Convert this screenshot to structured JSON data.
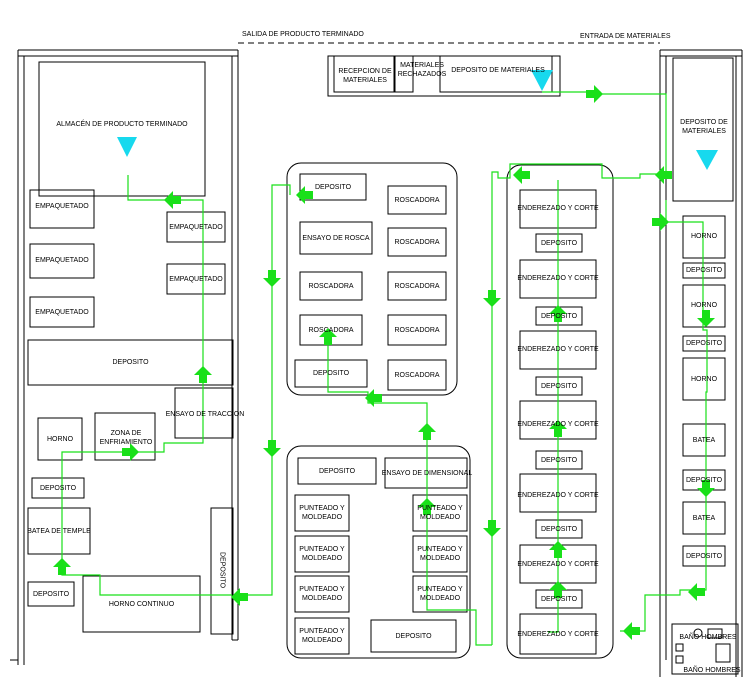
{
  "header": {
    "salida": "SALIDA DE PRODUCTO TERMINADO",
    "entrada": "ENTRADA DE MATERIALES"
  },
  "left_zone": {
    "almacen": "ALMACÉN DE PRODUCTO TERMINADO",
    "empaquetado": "EMPAQUETADO",
    "deposito": "DEPOSITO",
    "ensayo_traccion": "ENSAYO DE TRACCION",
    "horno": "HORNO",
    "zona_enfriamiento": "ZONA DE ENFRIAMIENTO",
    "batea_temple": "BATEA DE TEMPLE",
    "horno_continuo": "HORNO CONTINUO"
  },
  "top_zone": {
    "recepcion": "RECEPCION DE MATERIALES",
    "rechazados": "MATERIALES RECHAZADOS",
    "deposito_materiales": "DEPOSITO DE MATERIALES"
  },
  "roscado_zone": {
    "deposito": "DEPOSITO",
    "roscadora": "ROSCADORA",
    "ensayo_rosca": "ENSAYO DE ROSCA"
  },
  "punteado_zone": {
    "deposito": "DEPOSITO",
    "ensayo_dimensional": "ENSAYO DE DIMENSIONAL",
    "punteado": "PUNTEADO Y MOLDEADO"
  },
  "enderezado_zone": {
    "enderezado": "ENDEREZADO Y CORTE",
    "deposito": "DEPOSITO"
  },
  "right_zone": {
    "deposito_materiales": "DEPOSITO DE MATERIALES",
    "horno": "HORNO",
    "deposito": "DEPOSITO",
    "batea": "BATEA",
    "bano": "BAÑO HOMBRES"
  },
  "colors": {
    "flow": "#19e019",
    "marker": "#17d9ee",
    "wall": "#000000"
  }
}
